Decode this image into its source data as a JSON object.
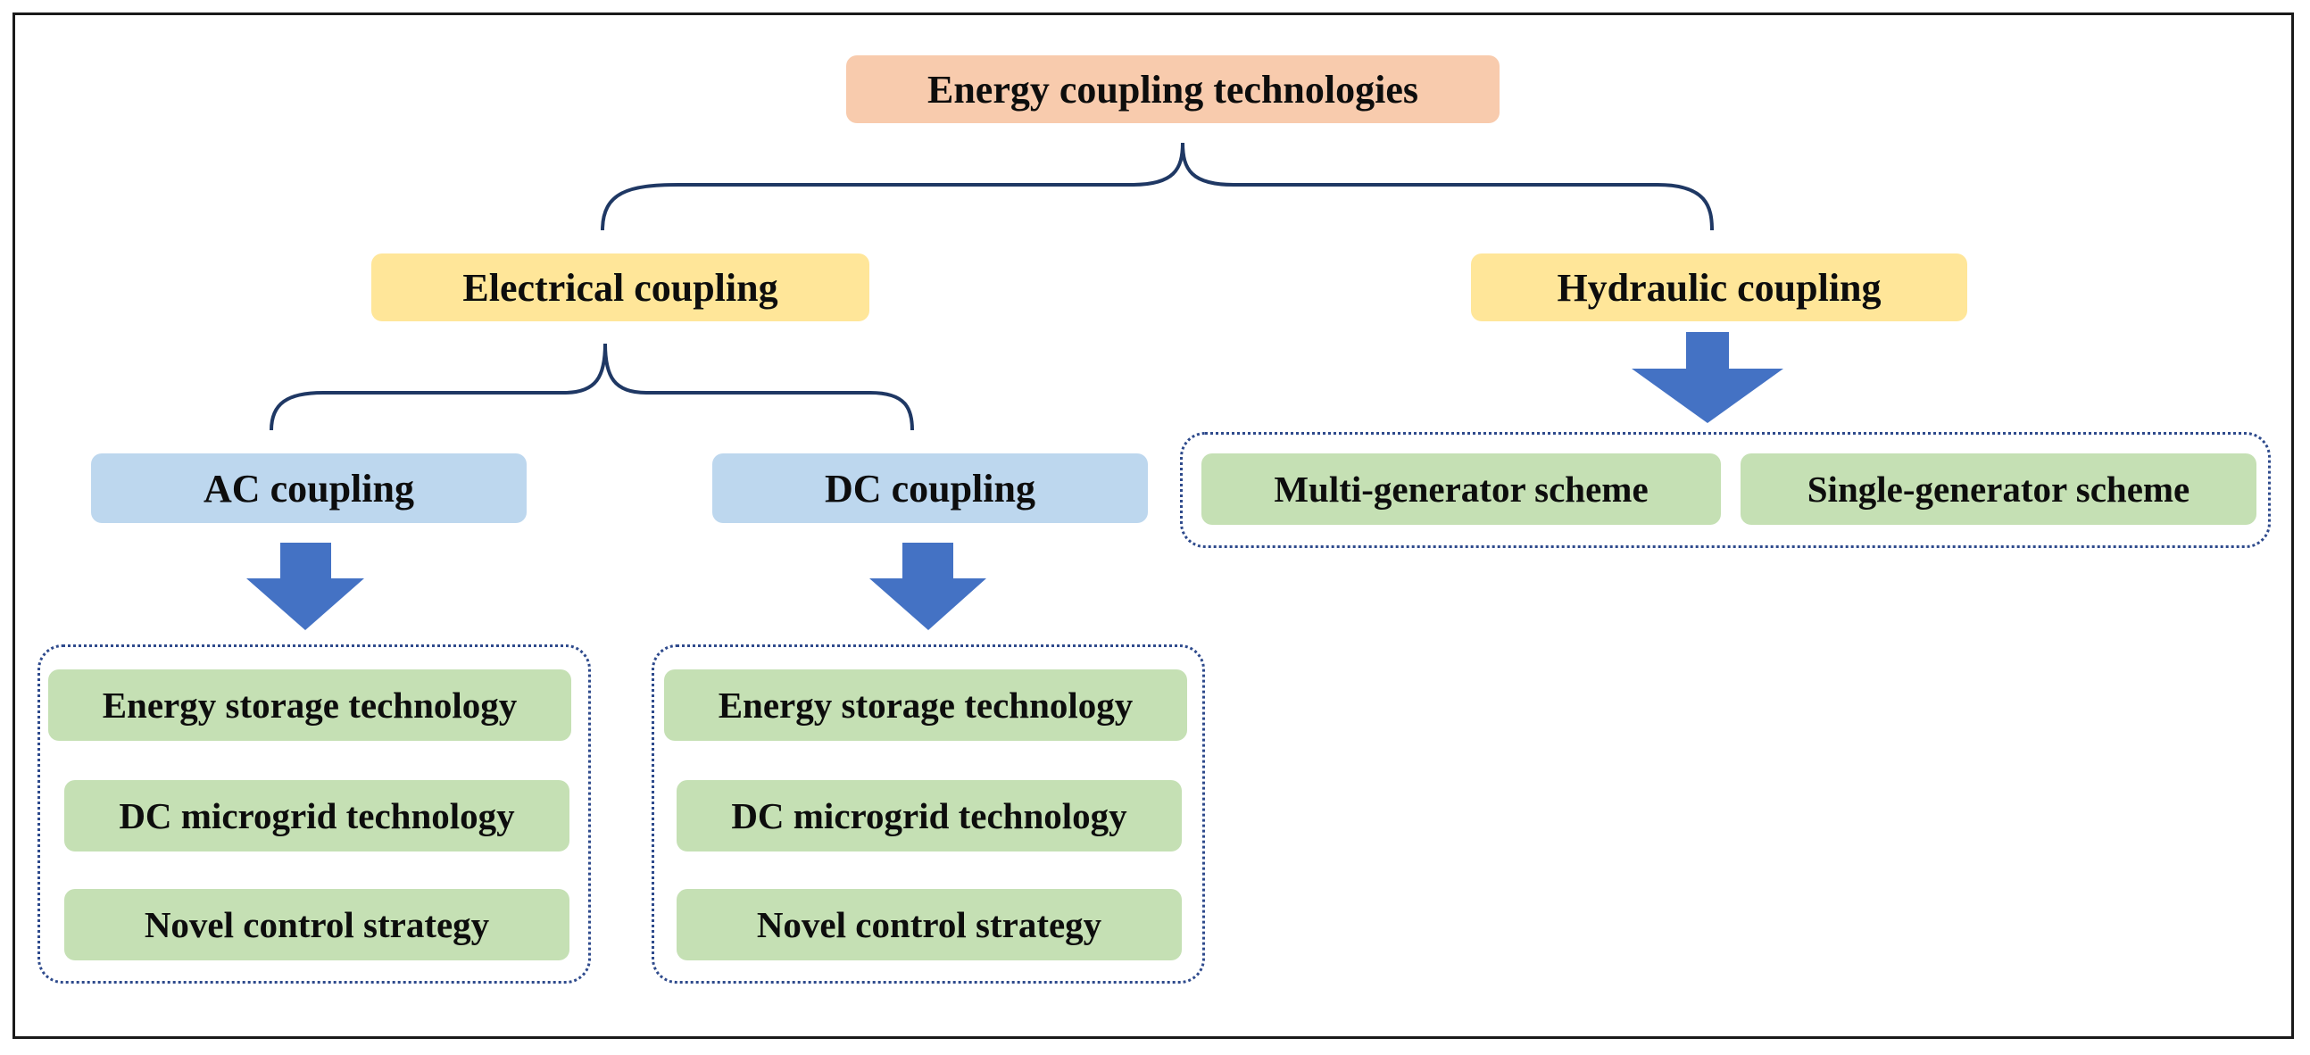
{
  "diagram": {
    "root": {
      "label": "Energy coupling technologies"
    },
    "electrical": {
      "label": "Electrical coupling",
      "ac": {
        "label": "AC coupling",
        "items": [
          "Energy storage technology",
          "DC microgrid technology",
          "Novel control strategy"
        ]
      },
      "dc": {
        "label": "DC coupling",
        "items": [
          "Energy storage technology",
          "DC microgrid technology",
          "Novel control strategy"
        ]
      }
    },
    "hydraulic": {
      "label": "Hydraulic coupling",
      "items": [
        "Multi-generator scheme",
        "Single-generator scheme"
      ]
    }
  },
  "colors": {
    "root_fill": "#f8cbad",
    "level1_fill": "#ffe699",
    "level2_fill": "#bdd7ee",
    "leaf_fill": "#c5e0b4",
    "arrow_fill": "#4472c4",
    "connector_stroke": "#1f3864",
    "group_border": "#2e4a8c"
  },
  "icons": {
    "arrow": "down-arrow-icon",
    "connector": "curly-brace-icon"
  }
}
